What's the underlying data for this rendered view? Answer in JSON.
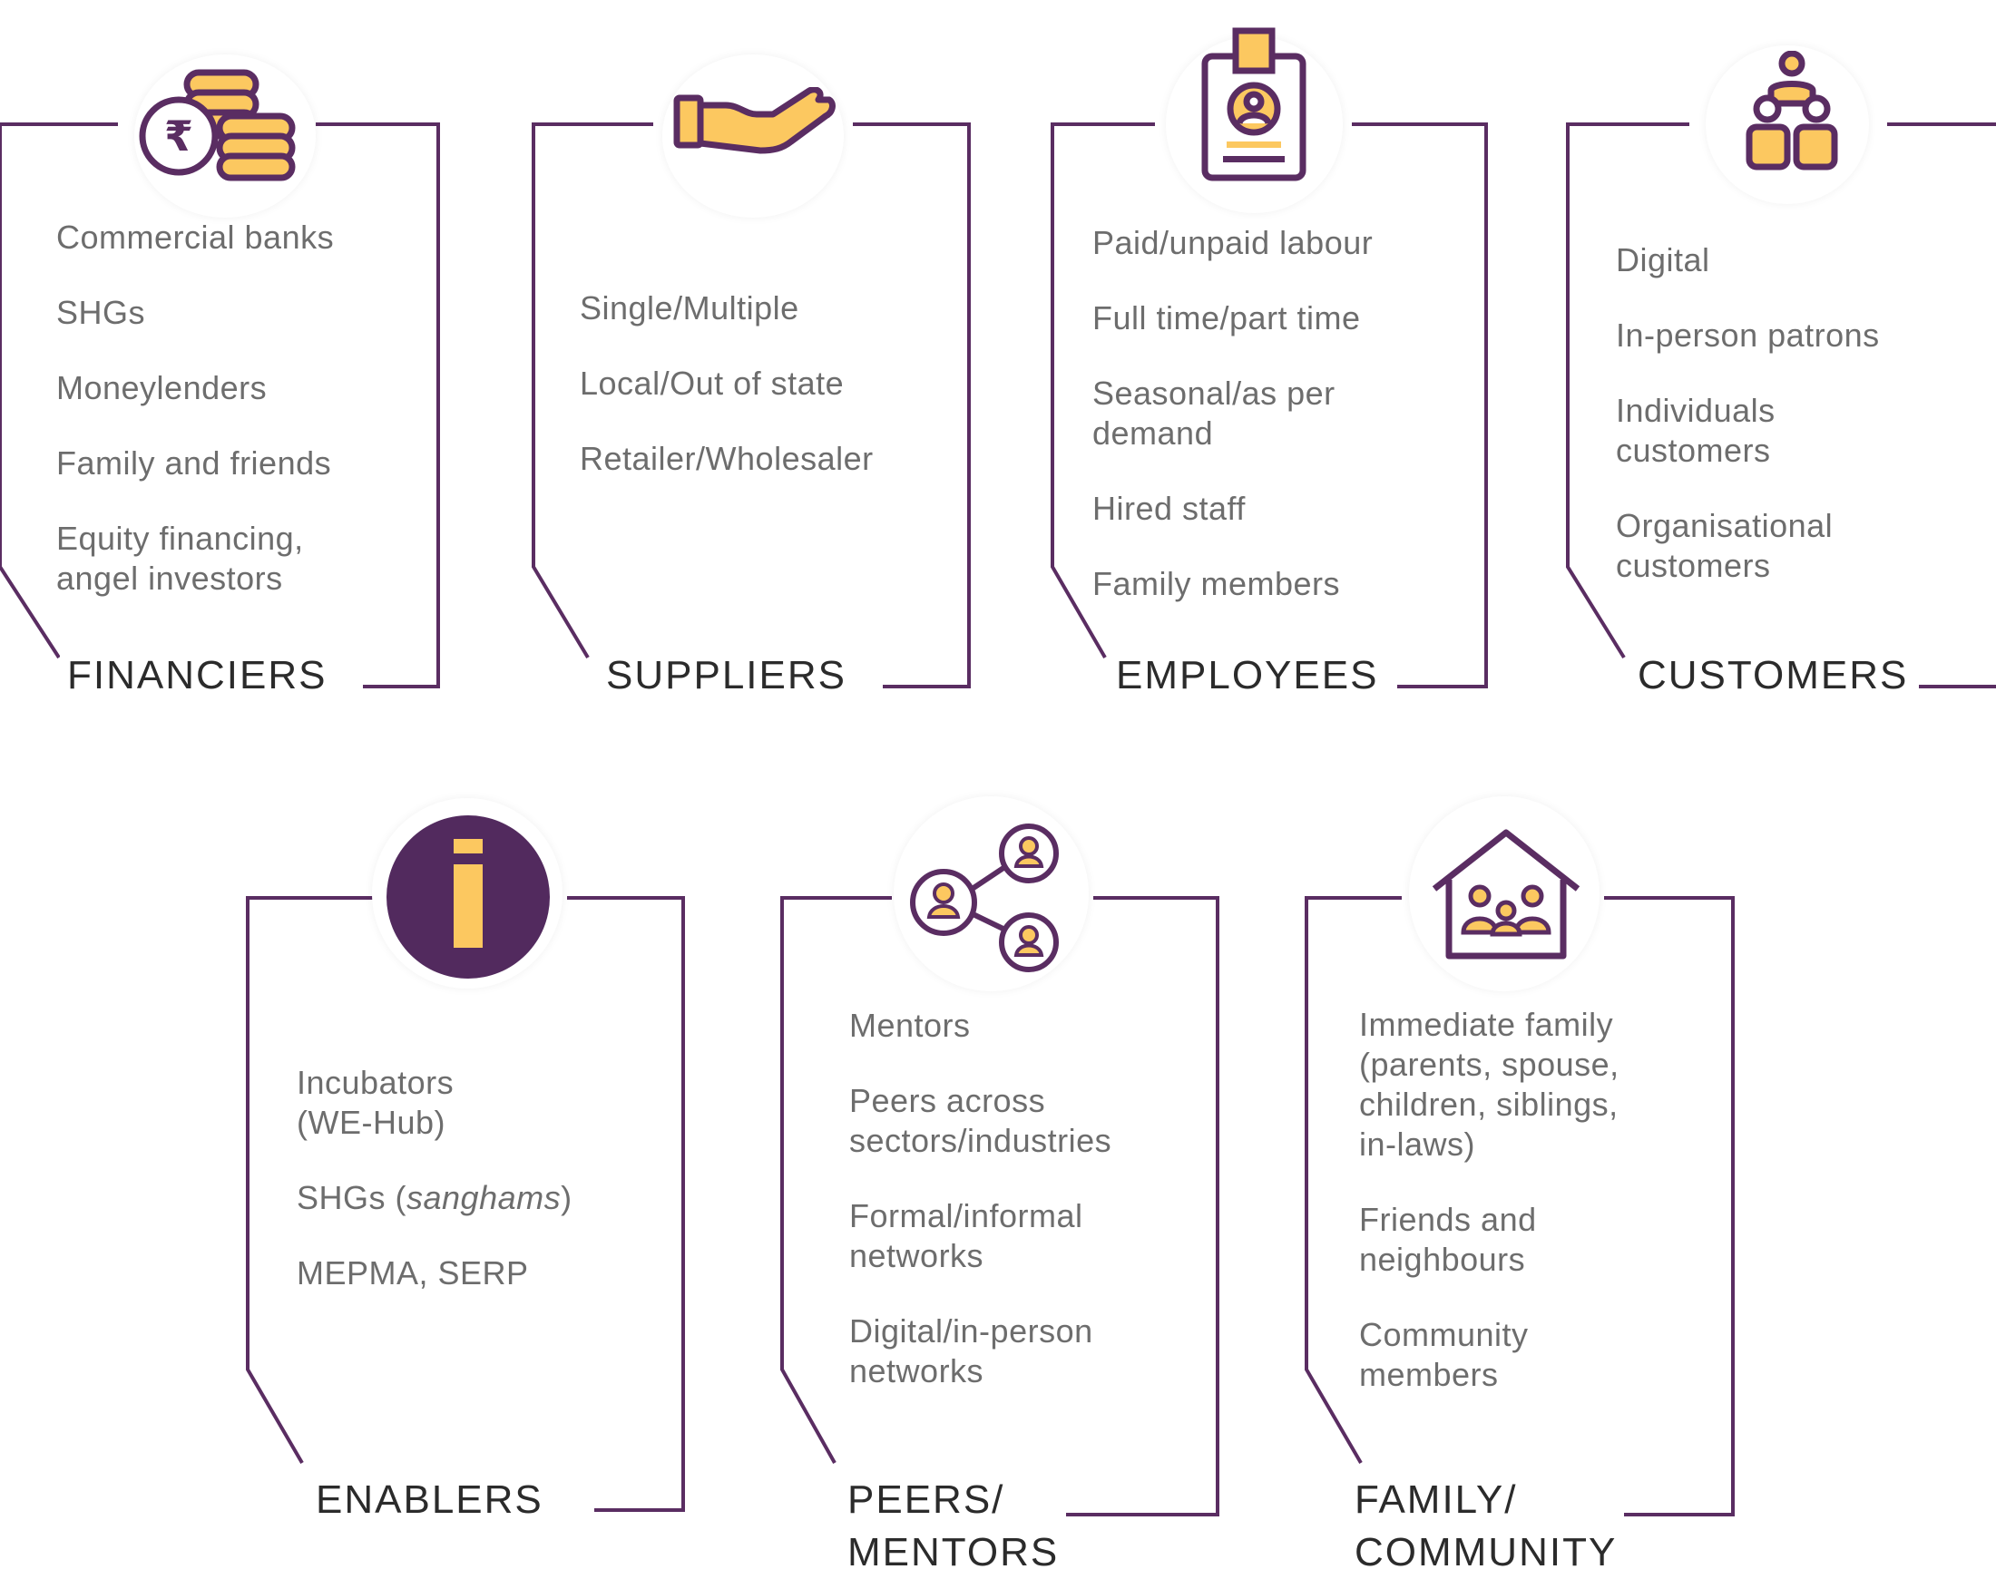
{
  "cards": [
    {
      "title_lines": [
        "FINANCIERS"
      ],
      "items": [
        "Commercial banks",
        "SHGs",
        "Moneylenders",
        "Family and friends",
        "Equity financing, angel investors"
      ],
      "icon": "coins-rupee-icon"
    },
    {
      "title_lines": [
        "SUPPLIERS"
      ],
      "items": [
        "Single/Multiple",
        "Local/Out of state",
        "Retailer/Wholesaler"
      ],
      "icon": "open-hand-icon"
    },
    {
      "title_lines": [
        "EMPLOYEES"
      ],
      "items": [
        "Paid/unpaid labour",
        "Full time/part time",
        "Seasonal/as per demand",
        "Hired staff",
        "Family members"
      ],
      "icon": "id-badge-icon"
    },
    {
      "title_lines": [
        "CUSTOMERS"
      ],
      "items": [
        "Digital",
        "In-person patrons",
        "Individuals customers",
        "Organisational customers"
      ],
      "icon": "people-group-icon"
    },
    {
      "title_lines": [
        "ENABLERS"
      ],
      "items": [
        "Incubators (WE-Hub)",
        "SHGs (sanghams)",
        "MEPMA, SERP"
      ],
      "icon": "info-icon"
    },
    {
      "title_lines": [
        "PEERS/",
        "MENTORS"
      ],
      "items": [
        "Mentors",
        "Peers across sectors/industries",
        "Formal/informal networks",
        "Digital/in-person networks"
      ],
      "icon": "network-people-icon"
    },
    {
      "title_lines": [
        "FAMILY/",
        "COMMUNITY"
      ],
      "items": [
        "Immediate family (parents, spouse, children, siblings, in-laws)",
        "Friends and neighbours",
        "Community members"
      ],
      "icon": "house-family-icon"
    }
  ],
  "colors": {
    "frame": "#5a2d62",
    "accent": "#fcc860",
    "text": "#6d6d6d",
    "title": "#2b2b2b"
  }
}
